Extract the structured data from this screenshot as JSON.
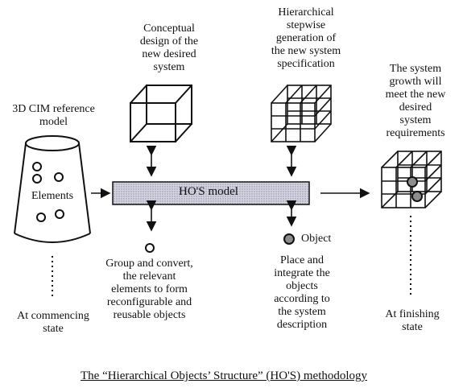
{
  "diagram": {
    "conceptual_design": [
      "Conceptual",
      "design of the",
      "new desired",
      "system"
    ],
    "hierarchical": [
      "Hierarchical",
      "stepwise",
      "generation of",
      "the new system",
      "specification"
    ],
    "system_growth": [
      "The system",
      "growth will",
      "meet the new",
      "desired",
      "system",
      "requirements"
    ],
    "reference_model": [
      "3D CIM reference",
      "model"
    ],
    "elements_label": "Elements",
    "hos_model_label": "HO'S model",
    "object_label": "Object",
    "group_convert": [
      "Group and convert,",
      "the relevant",
      "elements to form",
      "reconfigurable and",
      "reusable objects"
    ],
    "place_integrate": [
      "Place and",
      "integrate the",
      "objects",
      "according to",
      "the system",
      "description"
    ],
    "commencing": [
      "At commencing",
      "state"
    ],
    "finishing": [
      "At finishing",
      "state"
    ],
    "caption": "The “Hierarchical Objects’ Structure” (HO'S) methodology"
  },
  "colors": {
    "ink": "#111111",
    "bar_fill": "#c9c9d6",
    "bar_dots": "#8a8aa0",
    "object_fill": "#8c8c8c"
  }
}
